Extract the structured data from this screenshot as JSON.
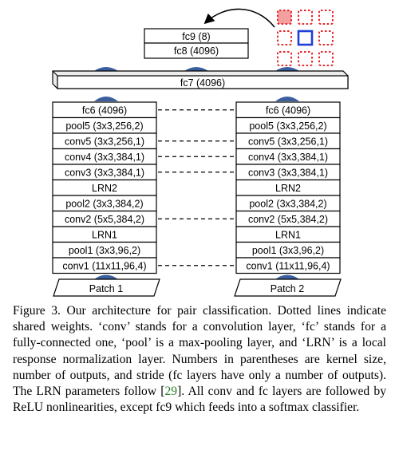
{
  "diagram": {
    "fc9_label": "fc9 (8)",
    "fc8_label": "fc8 (4096)",
    "fc7_label": "fc7 (4096)",
    "left_tower": {
      "layers": [
        "fc6 (4096)",
        "pool5 (3x3,256,2)",
        "conv5 (3x3,256,1)",
        "conv4 (3x3,384,1)",
        "conv3 (3x3,384,1)",
        "LRN2",
        "pool2 (3x3,384,2)",
        "conv2 (5x5,384,2)",
        "LRN1",
        "pool1 (3x3,96,2)",
        "conv1 (11x11,96,4)"
      ],
      "patch_label": "Patch 1"
    },
    "right_tower": {
      "layers": [
        "fc6 (4096)",
        "pool5 (3x3,256,2)",
        "conv5 (3x3,256,1)",
        "conv4 (3x3,384,1)",
        "conv3 (3x3,384,1)",
        "LRN2",
        "pool2 (3x3,384,2)",
        "conv2 (5x5,384,2)",
        "LRN1",
        "pool1 (3x3,96,2)",
        "conv1 (11x11,96,4)"
      ],
      "patch_label": "Patch 2"
    },
    "shared_weight_layers": [
      "fc6",
      "conv5",
      "conv4",
      "conv3",
      "conv2",
      "conv1"
    ],
    "colors": {
      "arrow_blue": "#3b5f9e",
      "grid_red": "#e8242a",
      "grid_center": "#1f3fd6",
      "grid_selected_fill": "#f2a0a0"
    }
  },
  "caption": {
    "part1": "Figure 3. Our architecture for pair classification. Dotted lines indicate shared weights. ‘conv’ stands for a convolution layer, ‘fc’ stands for a fully-connected one, ‘pool’ is a max-pooling layer, and ‘LRN’ is a local response normalization layer. Numbers in parentheses are kernel size, number of outputs, and stride (fc layers have only a number of outputs). The LRN parameters follow [",
    "citation": "29",
    "part2": "]. All conv and fc layers are followed by ReLU nonlinearities, except fc9 which feeds into a softmax classifier."
  }
}
